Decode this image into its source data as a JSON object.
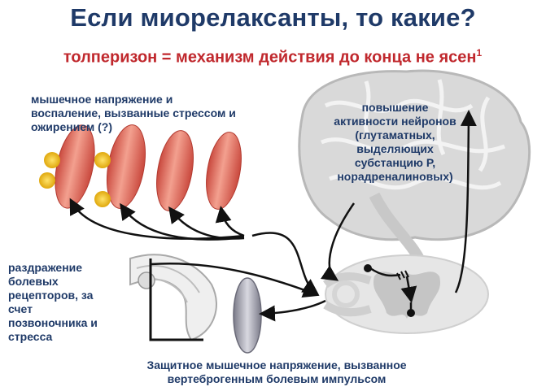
{
  "title": "Если миорелаксанты, то какие?",
  "subtitle": {
    "text": "толперизон = механизм действия до конца не ясен",
    "sup": "1"
  },
  "labels": {
    "stress_lines": [
      "мышечное напряжение и",
      "воспаление, вызванные стрессом и",
      "ожирением (?)"
    ],
    "neurons_lines": [
      "повышение",
      "активности нейронов",
      "(глутаматных,",
      "выделяющих",
      "субстанцию Р,",
      "норадреналиновых)"
    ],
    "pain_lines": [
      "раздражение",
      "болевых",
      "рецепторов, за",
      "счет",
      "позвоночника и",
      "стресса"
    ],
    "protect_lines": [
      "Защитное мышечное напряжение, вызванное",
      "вертеброгенным болевым импульсом"
    ]
  },
  "colors": {
    "title": "#1f3a68",
    "subtitle": "#c0282d",
    "muscle": "#e07a6a",
    "inflammation": "#f2c12e",
    "brain": "#d9d9d9",
    "spine": "#e2e2e2"
  }
}
